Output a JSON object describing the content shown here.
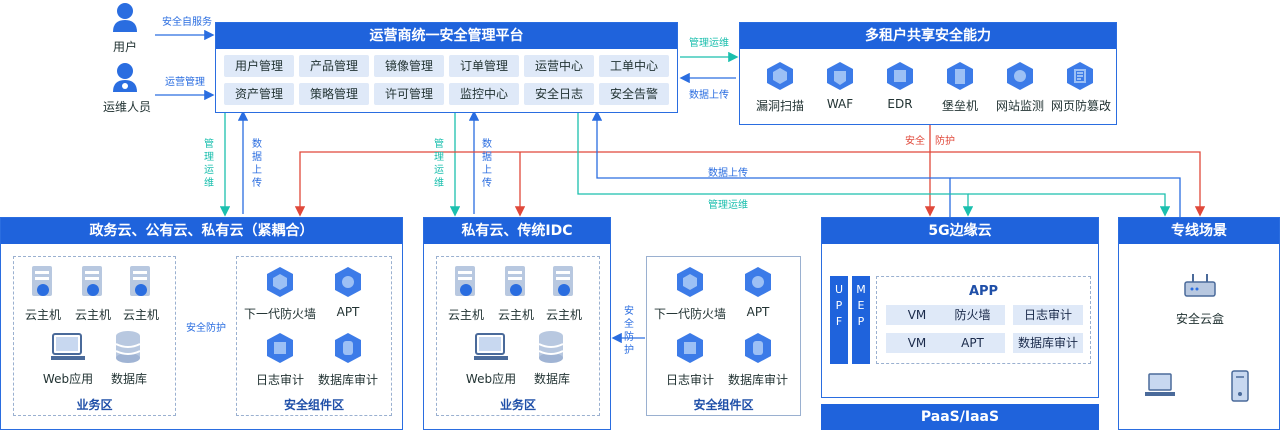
{
  "actors": {
    "user": "用户",
    "ops": "运维人员",
    "user_link": "安全自服务",
    "ops_link": "运营管理"
  },
  "platform": {
    "title": "运营商统一安全管理平台",
    "buttons": [
      "用户管理",
      "产品管理",
      "镜像管理",
      "订单管理",
      "运营中心",
      "工单中心",
      "资产管理",
      "策略管理",
      "许可管理",
      "监控中心",
      "安全日志",
      "安全告警"
    ]
  },
  "shared": {
    "title": "多租户共享安全能力",
    "items": [
      "漏洞扫描",
      "WAF",
      "EDR",
      "堡垒机",
      "网站监测",
      "网页防篡改"
    ]
  },
  "flows": {
    "mgmt_ops_top": "管理运维",
    "data_up_top": "数据上传",
    "security": "安全",
    "protection": "防护",
    "data_up_mid": "数据上传",
    "mgmt_ops_mid": "管理运维",
    "left_mgmt": [
      "管",
      "理",
      "运",
      "维"
    ],
    "left_data": [
      "数",
      "据",
      "上",
      "传"
    ],
    "mid_mgmt": [
      "管",
      "理",
      "运",
      "维"
    ],
    "mid_data": [
      "数",
      "据",
      "上",
      "传"
    ],
    "sec_protect_h": "安全防护",
    "sec_protect_v": [
      "安",
      "全",
      "防",
      "护"
    ]
  },
  "gov": {
    "title": "政务云、公有云、私有云（紧耦合）",
    "hosts": [
      "云主机",
      "云主机",
      "云主机"
    ],
    "web": "Web应用",
    "db": "数据库",
    "biz_zone": "业务区",
    "components": [
      "下一代防火墙",
      "APT",
      "日志审计",
      "数据库审计"
    ],
    "comp_zone": "安全组件区"
  },
  "idc": {
    "title": "私有云、传统IDC",
    "hosts": [
      "云主机",
      "云主机",
      "云主机"
    ],
    "web": "Web应用",
    "db": "数据库",
    "biz_zone": "业务区",
    "components": [
      "下一代防火墙",
      "APT",
      "日志审计",
      "数据库审计"
    ],
    "comp_zone": "安全组件区"
  },
  "edge": {
    "title": "5G边缘云",
    "upf": [
      "U",
      "P",
      "F"
    ],
    "mep": [
      "M",
      "E",
      "P"
    ],
    "app": "APP",
    "cells": [
      "VM",
      "防火墙",
      "日志审计",
      "VM",
      "APT",
      "数据库审计"
    ],
    "paas": "PaaS/IaaS"
  },
  "line": {
    "title": "专线场景",
    "box": "安全云盒"
  }
}
